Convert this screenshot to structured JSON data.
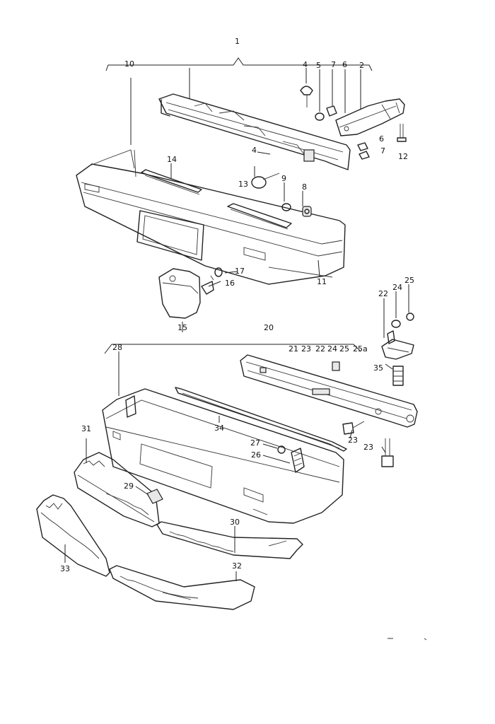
{
  "diagram": {
    "callouts": {
      "c1": "1",
      "c10": "10",
      "c4a": "4",
      "c5": "5",
      "c7a": "7",
      "c6a": "6",
      "c2": "2",
      "c14": "14",
      "c4b": "4",
      "c9": "9",
      "c6b": "6",
      "c7b": "7",
      "c12": "12",
      "c13": "13",
      "c8": "8",
      "c17": "17",
      "c16": "16",
      "c11": "11",
      "c15": "15",
      "c25a": "25",
      "c24a": "24",
      "c22a": "22",
      "c20": "20",
      "c28": "28",
      "c21": "21",
      "c23a": "23",
      "c22b": "22",
      "c24b": "24",
      "c25b": "25",
      "c25c": "25a",
      "c35": "35",
      "c31": "31",
      "c34": "34",
      "c27": "27",
      "c26": "26",
      "c23b": "23",
      "c23c": "23",
      "c29": "29",
      "c30": "30",
      "c32": "32",
      "c33": "33"
    }
  }
}
